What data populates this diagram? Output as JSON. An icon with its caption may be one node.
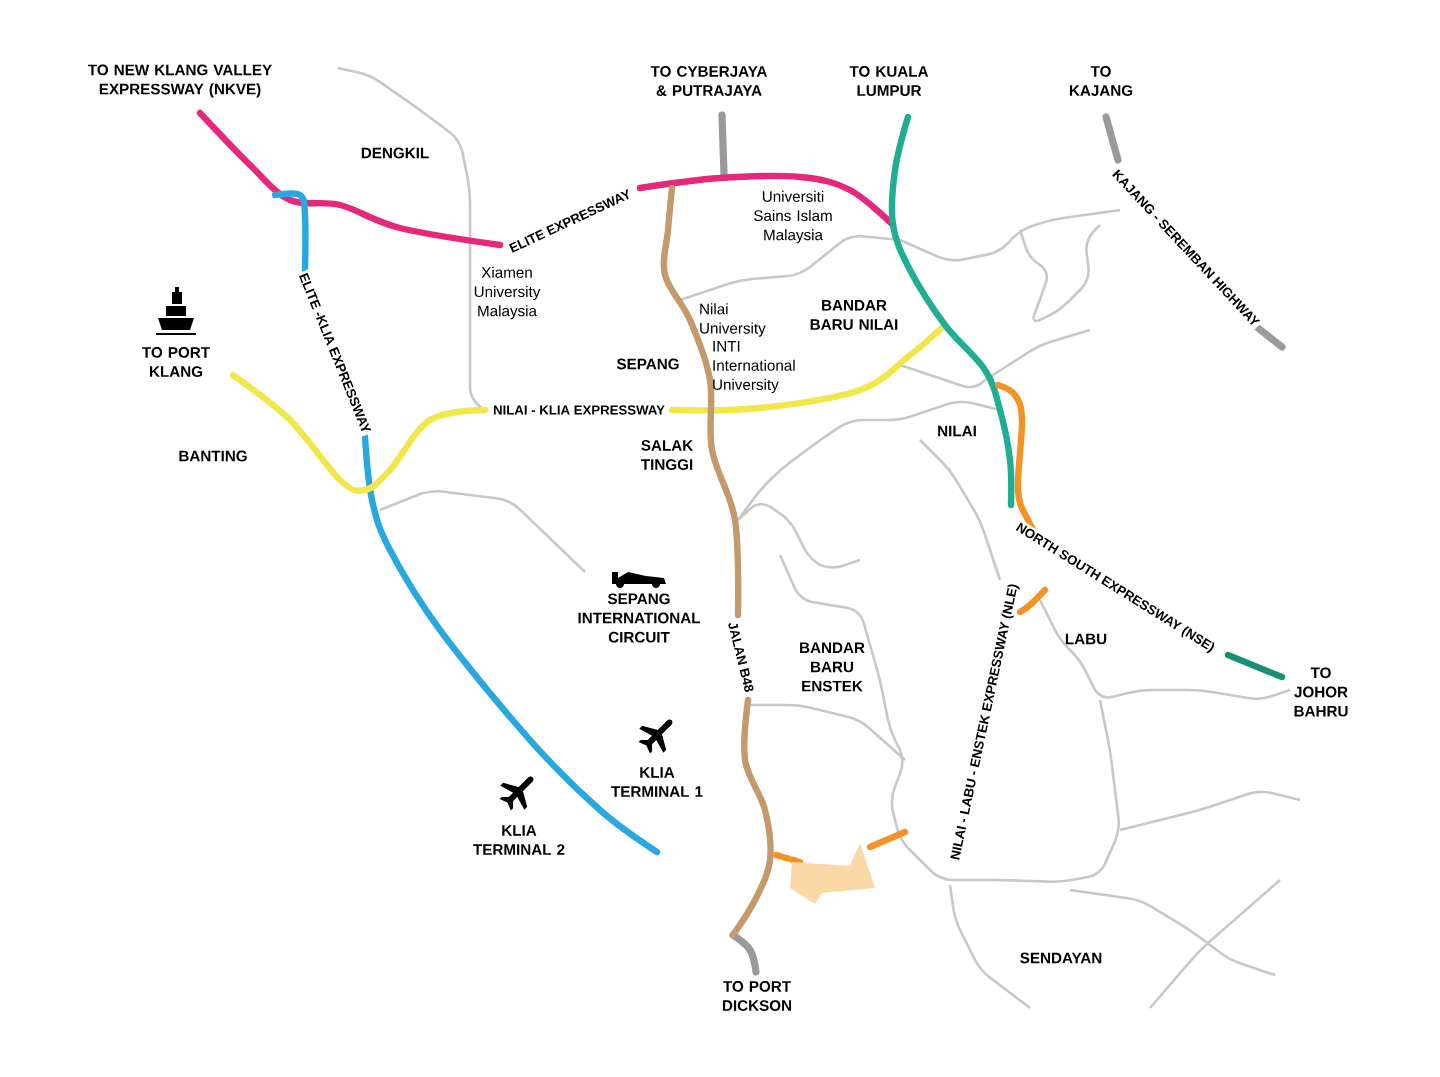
{
  "diagram": {
    "labels": [
      "TO NEW KLANG VALLEY EXPRESSWAY (NKVE)",
      "TO CYBERJAYA & PUTRAJAYA",
      "TO KUALA LUMPUR",
      "TO KAJANG",
      "DENGKIL",
      "ELITE EXPRESSWAY",
      "Universiti Sains Islam Malaysia",
      "KAJANG - SEREMBAN HIGHWAY",
      "Xiamen University Malaysia",
      "ELITE -KLIA EXPRESSWAY",
      "TO PORT KLANG",
      "Nilai University",
      "BANDAR BARU NILAI",
      "SEPANG",
      "INTI International University",
      "NILAI - KLIA EXPRESSWAY",
      "BANTING",
      "NILAI",
      "SALAK TINGGI",
      "NORTH SOUTH EXPRESSWAY (NSE)",
      "SEPANG INTERNATIONAL CIRCUIT",
      "JALAN B48",
      "BANDAR BARU ENSTEK",
      "NILAI - LABU - ENSTEK EXPRESSWAY (NLE)",
      "LABU",
      "TO JOHOR BAHRU",
      "KLIA TERMINAL 1",
      "KLIA TERMINAL 2",
      "SENDAYAN",
      "TO PORT DICKSON"
    ]
  }
}
